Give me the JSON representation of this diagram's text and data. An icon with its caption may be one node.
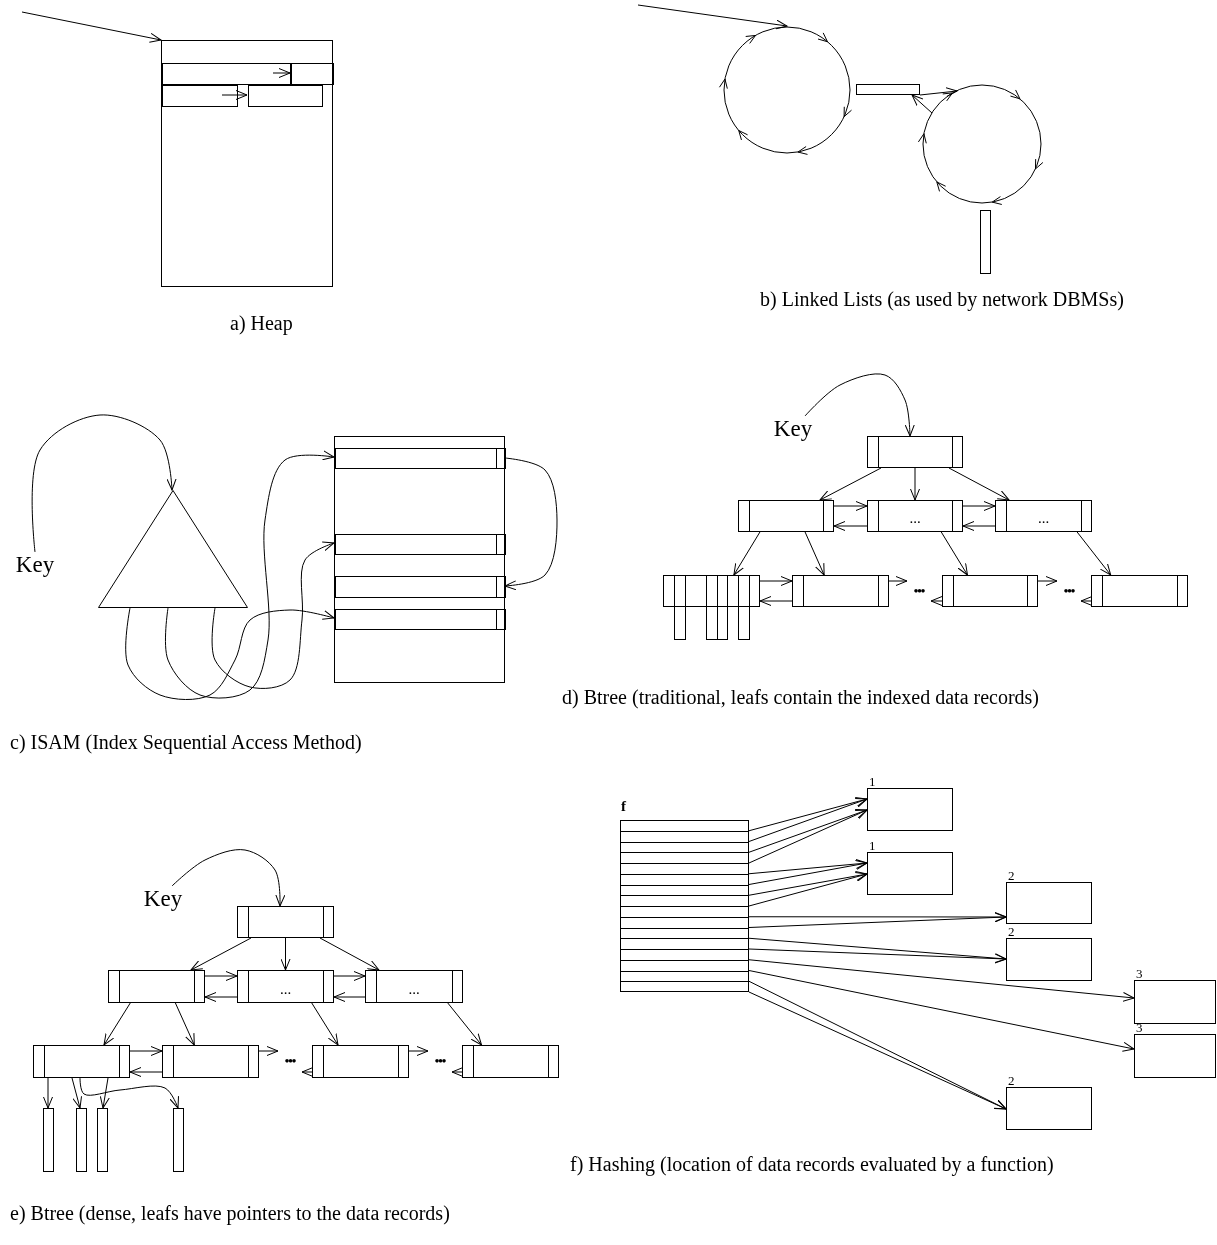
{
  "diagram": {
    "nodes": [
      {
        "text": [],
        "shape": "box"
      },
      {
        "text": [],
        "shape": "box",
        "in": 0
      },
      {
        "text": [],
        "shape": "box",
        "in": 0
      },
      {
        "text": [],
        "shape": "box",
        "in": 0
      },
      {
        "text": [],
        "shape": "box",
        "in": 0
      },
      {
        "text": [],
        "shape": "circle"
      },
      {
        "text": [],
        "shape": "bar"
      },
      {
        "text": [],
        "shape": "circle"
      },
      {
        "text": [],
        "shape": "bar"
      },
      {
        "text": [
          "Key"
        ]
      },
      {
        "text": [],
        "shape": "triangle"
      },
      {
        "text": [],
        "shape": "box"
      },
      {
        "text": [],
        "shape": "box",
        "in": 11
      },
      {
        "text": [],
        "shape": "box",
        "in": 11
      },
      {
        "text": [],
        "shape": "box",
        "in": 11
      },
      {
        "text": [],
        "shape": "box",
        "in": 11
      },
      {
        "text": [
          "Key"
        ]
      },
      {
        "text": [],
        "shape": "box"
      },
      {
        "text": [],
        "shape": "box"
      },
      {
        "text": [
          "..."
        ]
      },
      {
        "text": [
          "..."
        ]
      },
      {
        "text": [],
        "shape": "box"
      },
      {
        "text": [],
        "shape": "box"
      },
      {
        "text": [
          "•••"
        ]
      },
      {
        "text": [],
        "shape": "box"
      },
      {
        "text": [
          "•••"
        ]
      },
      {
        "text": [],
        "shape": "box"
      },
      {
        "text": [
          "Key"
        ]
      },
      {
        "text": [],
        "shape": "box"
      },
      {
        "text": [],
        "shape": "box"
      },
      {
        "text": [
          "..."
        ]
      },
      {
        "text": [
          "..."
        ]
      },
      {
        "text": [],
        "shape": "box"
      },
      {
        "text": [],
        "shape": "box"
      },
      {
        "text": [
          "•••"
        ]
      },
      {
        "text": [],
        "shape": "box"
      },
      {
        "text": [
          "•••"
        ]
      },
      {
        "text": [],
        "shape": "box"
      },
      {
        "text": [],
        "shape": "bar"
      },
      {
        "text": [],
        "shape": "bar"
      },
      {
        "text": [],
        "shape": "bar"
      },
      {
        "text": [],
        "shape": "bar"
      },
      {
        "text": [
          "f"
        ]
      },
      {
        "text": [],
        "shape": "box",
        "beside": [
          "1"
        ]
      },
      {
        "text": [],
        "shape": "box",
        "beside": [
          "1"
        ]
      },
      {
        "text": [],
        "shape": "box",
        "beside": [
          "2"
        ]
      },
      {
        "text": [],
        "shape": "box",
        "beside": [
          "2"
        ]
      },
      {
        "text": [],
        "shape": "box",
        "beside": [
          "3"
        ]
      },
      {
        "text": [],
        "shape": "box",
        "beside": [
          "3"
        ]
      },
      {
        "text": [],
        "shape": "box",
        "beside": [
          "2"
        ]
      }
    ],
    "edges": [
      {
        "from": null,
        "to": 0,
        "arrow": "to"
      },
      {
        "from": 1,
        "to": 2,
        "arrow": "to"
      },
      {
        "from": 3,
        "to": 4,
        "arrow": "to"
      },
      {
        "from": null,
        "to": 5,
        "arrow": "to"
      },
      {
        "from": 6,
        "to": 7,
        "arrow": "to"
      },
      {
        "from": 7,
        "to": 6,
        "arrow": "to"
      },
      {
        "from": 9,
        "to": 10,
        "arrow": "to"
      },
      {
        "from": 10,
        "to": 12,
        "arrow": "to"
      },
      {
        "from": 10,
        "to": 13,
        "arrow": "to"
      },
      {
        "from": 10,
        "to": 15,
        "arrow": "to"
      },
      {
        "from": 12,
        "to": 14,
        "arrow": "to"
      },
      {
        "from": 16,
        "to": 17,
        "arrow": "to"
      },
      {
        "from": 17,
        "to": 18,
        "arrow": "to"
      },
      {
        "from": 17,
        "to": 19,
        "arrow": "to"
      },
      {
        "from": 17,
        "to": 20,
        "arrow": "to"
      },
      {
        "from": 18,
        "to": 19,
        "arrow": "to"
      },
      {
        "from": 19,
        "to": 18,
        "arrow": "to"
      },
      {
        "from": 19,
        "to": 20,
        "arrow": "to"
      },
      {
        "from": 20,
        "to": 19,
        "arrow": "to"
      },
      {
        "from": 18,
        "to": 21,
        "arrow": "to"
      },
      {
        "from": 18,
        "to": 22,
        "arrow": "to"
      },
      {
        "from": 19,
        "to": 24,
        "arrow": "to"
      },
      {
        "from": 20,
        "to": 26,
        "arrow": "to"
      },
      {
        "from": 21,
        "to": 22,
        "arrow": "to"
      },
      {
        "from": 22,
        "to": 21,
        "arrow": "to"
      },
      {
        "from": 22,
        "to": 23,
        "arrow": "to"
      },
      {
        "from": 24,
        "to": 23,
        "arrow": "to"
      },
      {
        "from": 24,
        "to": 25,
        "arrow": "to"
      },
      {
        "from": 26,
        "to": 25,
        "arrow": "to"
      },
      {
        "from": 27,
        "to": 28,
        "arrow": "to"
      },
      {
        "from": 28,
        "to": 29,
        "arrow": "to"
      },
      {
        "from": 28,
        "to": 30,
        "arrow": "to"
      },
      {
        "from": 28,
        "to": 31,
        "arrow": "to"
      },
      {
        "from": 29,
        "to": 30,
        "arrow": "to"
      },
      {
        "from": 30,
        "to": 29,
        "arrow": "to"
      },
      {
        "from": 30,
        "to": 31,
        "arrow": "to"
      },
      {
        "from": 31,
        "to": 30,
        "arrow": "to"
      },
      {
        "from": 29,
        "to": 32,
        "arrow": "to"
      },
      {
        "from": 29,
        "to": 33,
        "arrow": "to"
      },
      {
        "from": 30,
        "to": 35,
        "arrow": "to"
      },
      {
        "from": 31,
        "to": 37,
        "arrow": "to"
      },
      {
        "from": 32,
        "to": 33,
        "arrow": "to"
      },
      {
        "from": 33,
        "to": 32,
        "arrow": "to"
      },
      {
        "from": 33,
        "to": 34,
        "arrow": "to"
      },
      {
        "from": 35,
        "to": 34,
        "arrow": "to"
      },
      {
        "from": 35,
        "to": 36,
        "arrow": "to"
      },
      {
        "from": 37,
        "to": 36,
        "arrow": "to"
      },
      {
        "from": 32,
        "to": 38,
        "arrow": "to"
      },
      {
        "from": 32,
        "to": 39,
        "arrow": "to"
      },
      {
        "from": 32,
        "to": 40,
        "arrow": "to"
      },
      {
        "from": 32,
        "to": 41,
        "arrow": "to"
      },
      {
        "from": 42,
        "to": 43,
        "arrow": "to"
      },
      {
        "from": 42,
        "to": 43,
        "arrow": "to"
      },
      {
        "from": 42,
        "to": 43,
        "arrow": "to"
      },
      {
        "from": 42,
        "to": 43,
        "arrow": "to"
      },
      {
        "from": 42,
        "to": 44,
        "arrow": "to"
      },
      {
        "from": 42,
        "to": 44,
        "arrow": "to"
      },
      {
        "from": 42,
        "to": 44,
        "arrow": "to"
      },
      {
        "from": 42,
        "to": 44,
        "arrow": "to"
      },
      {
        "from": 42,
        "to": 45,
        "arrow": "to"
      },
      {
        "from": 42,
        "to": 45,
        "arrow": "to"
      },
      {
        "from": 42,
        "to": 46,
        "arrow": "to"
      },
      {
        "from": 42,
        "to": 46,
        "arrow": "to"
      },
      {
        "from": 42,
        "to": 47,
        "arrow": "to"
      },
      {
        "from": 42,
        "to": 48,
        "arrow": "to"
      },
      {
        "from": 42,
        "to": 49,
        "arrow": "to"
      },
      {
        "from": 42,
        "to": 49,
        "arrow": "to"
      }
    ],
    "labels": [
      "a) Heap",
      "b) Linked Lists (as used by network DBMSs)",
      "c) ISAM (Index Sequential Access Method)",
      "d) Btree (traditional, leafs contain the indexed data records)",
      "e) Btree (dense, leafs have pointers to the data records)",
      "f) Hashing (location of data records evaluated by a function)"
    ]
  }
}
